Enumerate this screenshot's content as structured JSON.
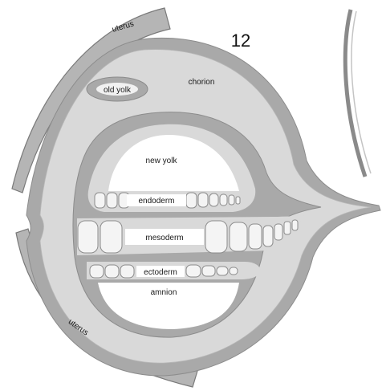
{
  "figure_number": "12",
  "labels": {
    "uterus_top": "uterus",
    "uterus_bottom": "uterus",
    "old_yolk": "old yolk",
    "chorion": "chorion",
    "new_yolk": "new yolk",
    "endoderm": "endoderm",
    "mesoderm": "mesoderm",
    "ectoderm": "ectoderm",
    "amnion": "amnion"
  },
  "colors": {
    "tissue_gray": "#a9a9a9",
    "light_gray": "#d9d9d9",
    "cavity_white": "#ffffff",
    "cell_fill": "#f4f4f4",
    "outline": "#808080"
  }
}
